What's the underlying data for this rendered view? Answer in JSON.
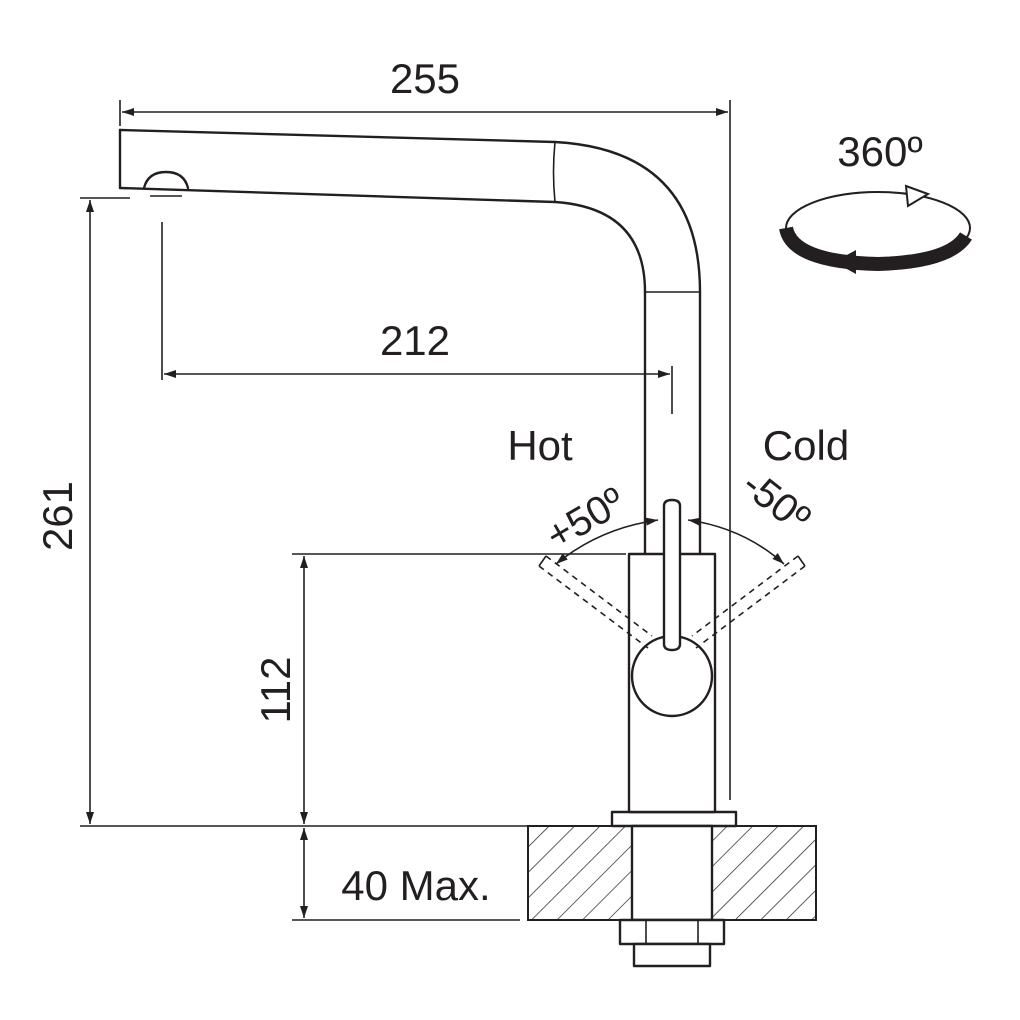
{
  "dimensions": {
    "overall_reach": "255",
    "spout_reach": "212",
    "overall_height": "261",
    "spout_height": "112",
    "deck_thickness": "40 Max."
  },
  "lever": {
    "hot_label": "Hot",
    "cold_label": "Cold",
    "hot_angle": "+50º",
    "cold_angle": "-50º"
  },
  "swivel": {
    "rotation": "360º"
  },
  "colors": {
    "line": "#231f20",
    "background": "#ffffff"
  }
}
